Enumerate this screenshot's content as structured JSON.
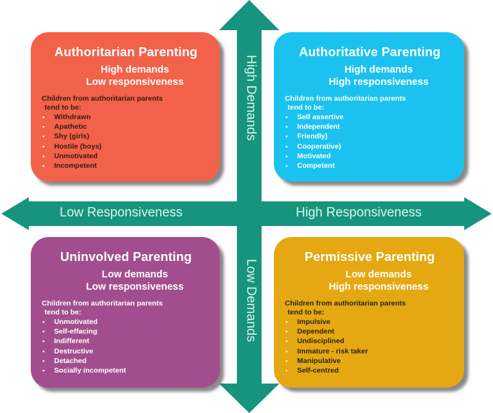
{
  "colors": {
    "arrow": "#17947d",
    "axis_text": "#d9f5ec",
    "authoritarian": "#f26149",
    "authoritative": "#1cc2ef",
    "uninvolved": "#a24e8e",
    "permissive": "#e5a812"
  },
  "axes": {
    "top": "High Demands",
    "bottom": "Low Demands",
    "left": "Low Responsiveness",
    "right": "High Responsiveness"
  },
  "quadrants": {
    "authoritarian": {
      "title": "Authoritarian Parenting",
      "demands": "High demands",
      "responsiveness": "Low responsiveness",
      "intro_line1": "Children from authoritarian parents",
      "intro_line2": "tend to be:",
      "traits": [
        "Withdrawn",
        "Apathetic",
        "Shy (girls)",
        "Hostile (boys)",
        "Unmotivated",
        "Incompetent"
      ]
    },
    "authoritative": {
      "title": "Authoritative Parenting",
      "demands": "High demands",
      "responsiveness": "High responsiveness",
      "intro_line1": "Children from authoritarian parents",
      "intro_line2": "tend to be:",
      "traits": [
        "Self assertive",
        "Independent",
        "Friendly)",
        "Cooperative)",
        "Motivated",
        "Competent"
      ]
    },
    "uninvolved": {
      "title": "Uninvolved Parenting",
      "demands": "Low demands",
      "responsiveness": "Low responsiveness",
      "intro_line1": "Children from authoritarian parents",
      "intro_line2": "tend to be:",
      "traits": [
        "Unmotivated",
        "Self-effacing",
        "Indifferent",
        "Destructive",
        "Detached",
        "Socially incompetent"
      ]
    },
    "permissive": {
      "title": "Permissive Parenting",
      "demands": "Low demands",
      "responsiveness": "High responsiveness",
      "intro_line1": "Children from authoritarian parents",
      "intro_line2": "tend to be:",
      "traits": [
        "Impulsive",
        "Dependent",
        "Undisciplined",
        "Immature - risk taker",
        "Manipulative",
        "Self-centred"
      ]
    }
  }
}
